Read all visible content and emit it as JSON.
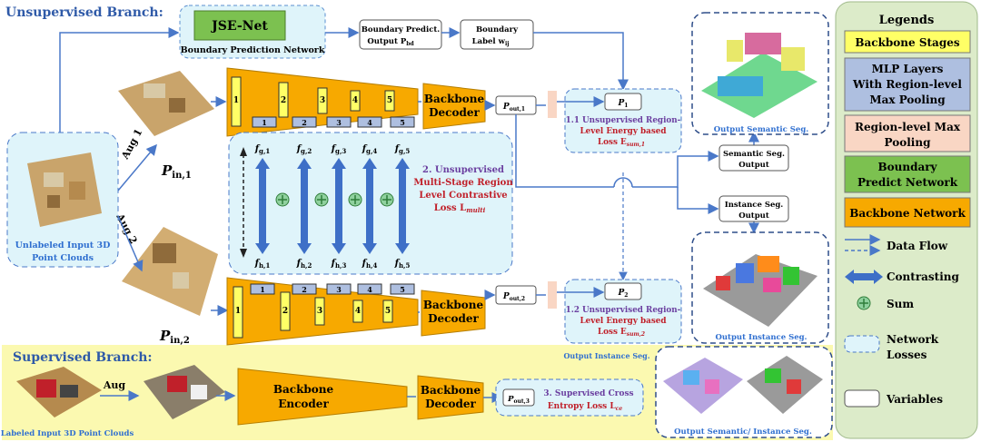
{
  "unsup_title": "Unsupervised Branch:",
  "sup_title": "Supervised Branch:",
  "jse_label": "JSE-Net",
  "bpn_label": "Boundary Prediction Network",
  "bd_output": [
    "Boundary Predict.",
    "Output P",
    "bd"
  ],
  "bd_label": [
    "Boundary",
    "Label w",
    "ij"
  ],
  "aug1": "Aug 1",
  "aug2": "Aug 2",
  "aug": "Aug",
  "p_in1": [
    "P",
    "in,1"
  ],
  "p_in2": [
    "P",
    "in,2"
  ],
  "unlabeled_input": [
    "Unlabeled Input 3D",
    "Point Clouds"
  ],
  "labeled_input": "Labeled Input 3D Point Clouds",
  "stage_nums": [
    "1",
    "2",
    "3",
    "4",
    "5"
  ],
  "backbone_decoder": [
    "Backbone",
    "Decoder"
  ],
  "backbone_encoder": [
    "Backbone",
    "Encoder"
  ],
  "p_out1": [
    "P",
    "out,1"
  ],
  "p_out2": [
    "P",
    "out,2"
  ],
  "p_out3": [
    "P",
    "out,3"
  ],
  "p1": [
    "P",
    "1"
  ],
  "p2": [
    "P",
    "2"
  ],
  "fg": [
    "g,1",
    "g,2",
    "g,3",
    "g,4",
    "g,5"
  ],
  "fh": [
    "h,1",
    "h,2",
    "h,3",
    "h,4",
    "h,5"
  ],
  "loss1": [
    "1.1 Unsupervised Region-",
    "Level Energy based",
    "Loss E",
    "sum,1"
  ],
  "loss12": [
    "1.2 Unsupervised Region-",
    "Level Energy based",
    "Loss E",
    "sum,2"
  ],
  "loss2": [
    "2. Unsupervised",
    "Multi-Stage Region",
    "Level Contrastive",
    "Loss L",
    "multi"
  ],
  "loss3": [
    "3. Supervised Cross",
    "Entropy Loss L",
    "ce"
  ],
  "semantic_out": [
    "Semantic Seg.",
    "Output"
  ],
  "instance_out": [
    "Instance Seg.",
    "Output"
  ],
  "output_semantic": "Output Semantic Seg.",
  "output_instance": "Output Instance Seg.",
  "output_instance2": "Output Instance Seg.",
  "output_sem_inst": "Output Semantic/ Instance Seg.",
  "legends_title": "Legends",
  "legend_backbone_stages": "Backbone Stages",
  "legend_mlp": [
    "MLP Layers",
    "With Region-level",
    "Max Pooling"
  ],
  "legend_rmp": [
    "Region-level Max",
    "Pooling"
  ],
  "legend_bpn": [
    "Boundary",
    "Predict Network"
  ],
  "legend_bn": "Backbone Network",
  "legend_flow": "Data Flow",
  "legend_contrast": "Contrasting",
  "legend_sum": "Sum",
  "legend_losses": [
    "Network",
    "Losses"
  ],
  "legend_vars": "Variables",
  "colors": {
    "orange": "#f7a900",
    "yellow": "#ffff66",
    "mlp": "#aebfe0",
    "rmp": "#f9d6c4",
    "green": "#7cc150",
    "loss_fill": "#dff4fa",
    "blue_arrow": "#3e6fc7",
    "legend_bg": "#dcebc9",
    "sup_bg": "#fbf9b0"
  }
}
